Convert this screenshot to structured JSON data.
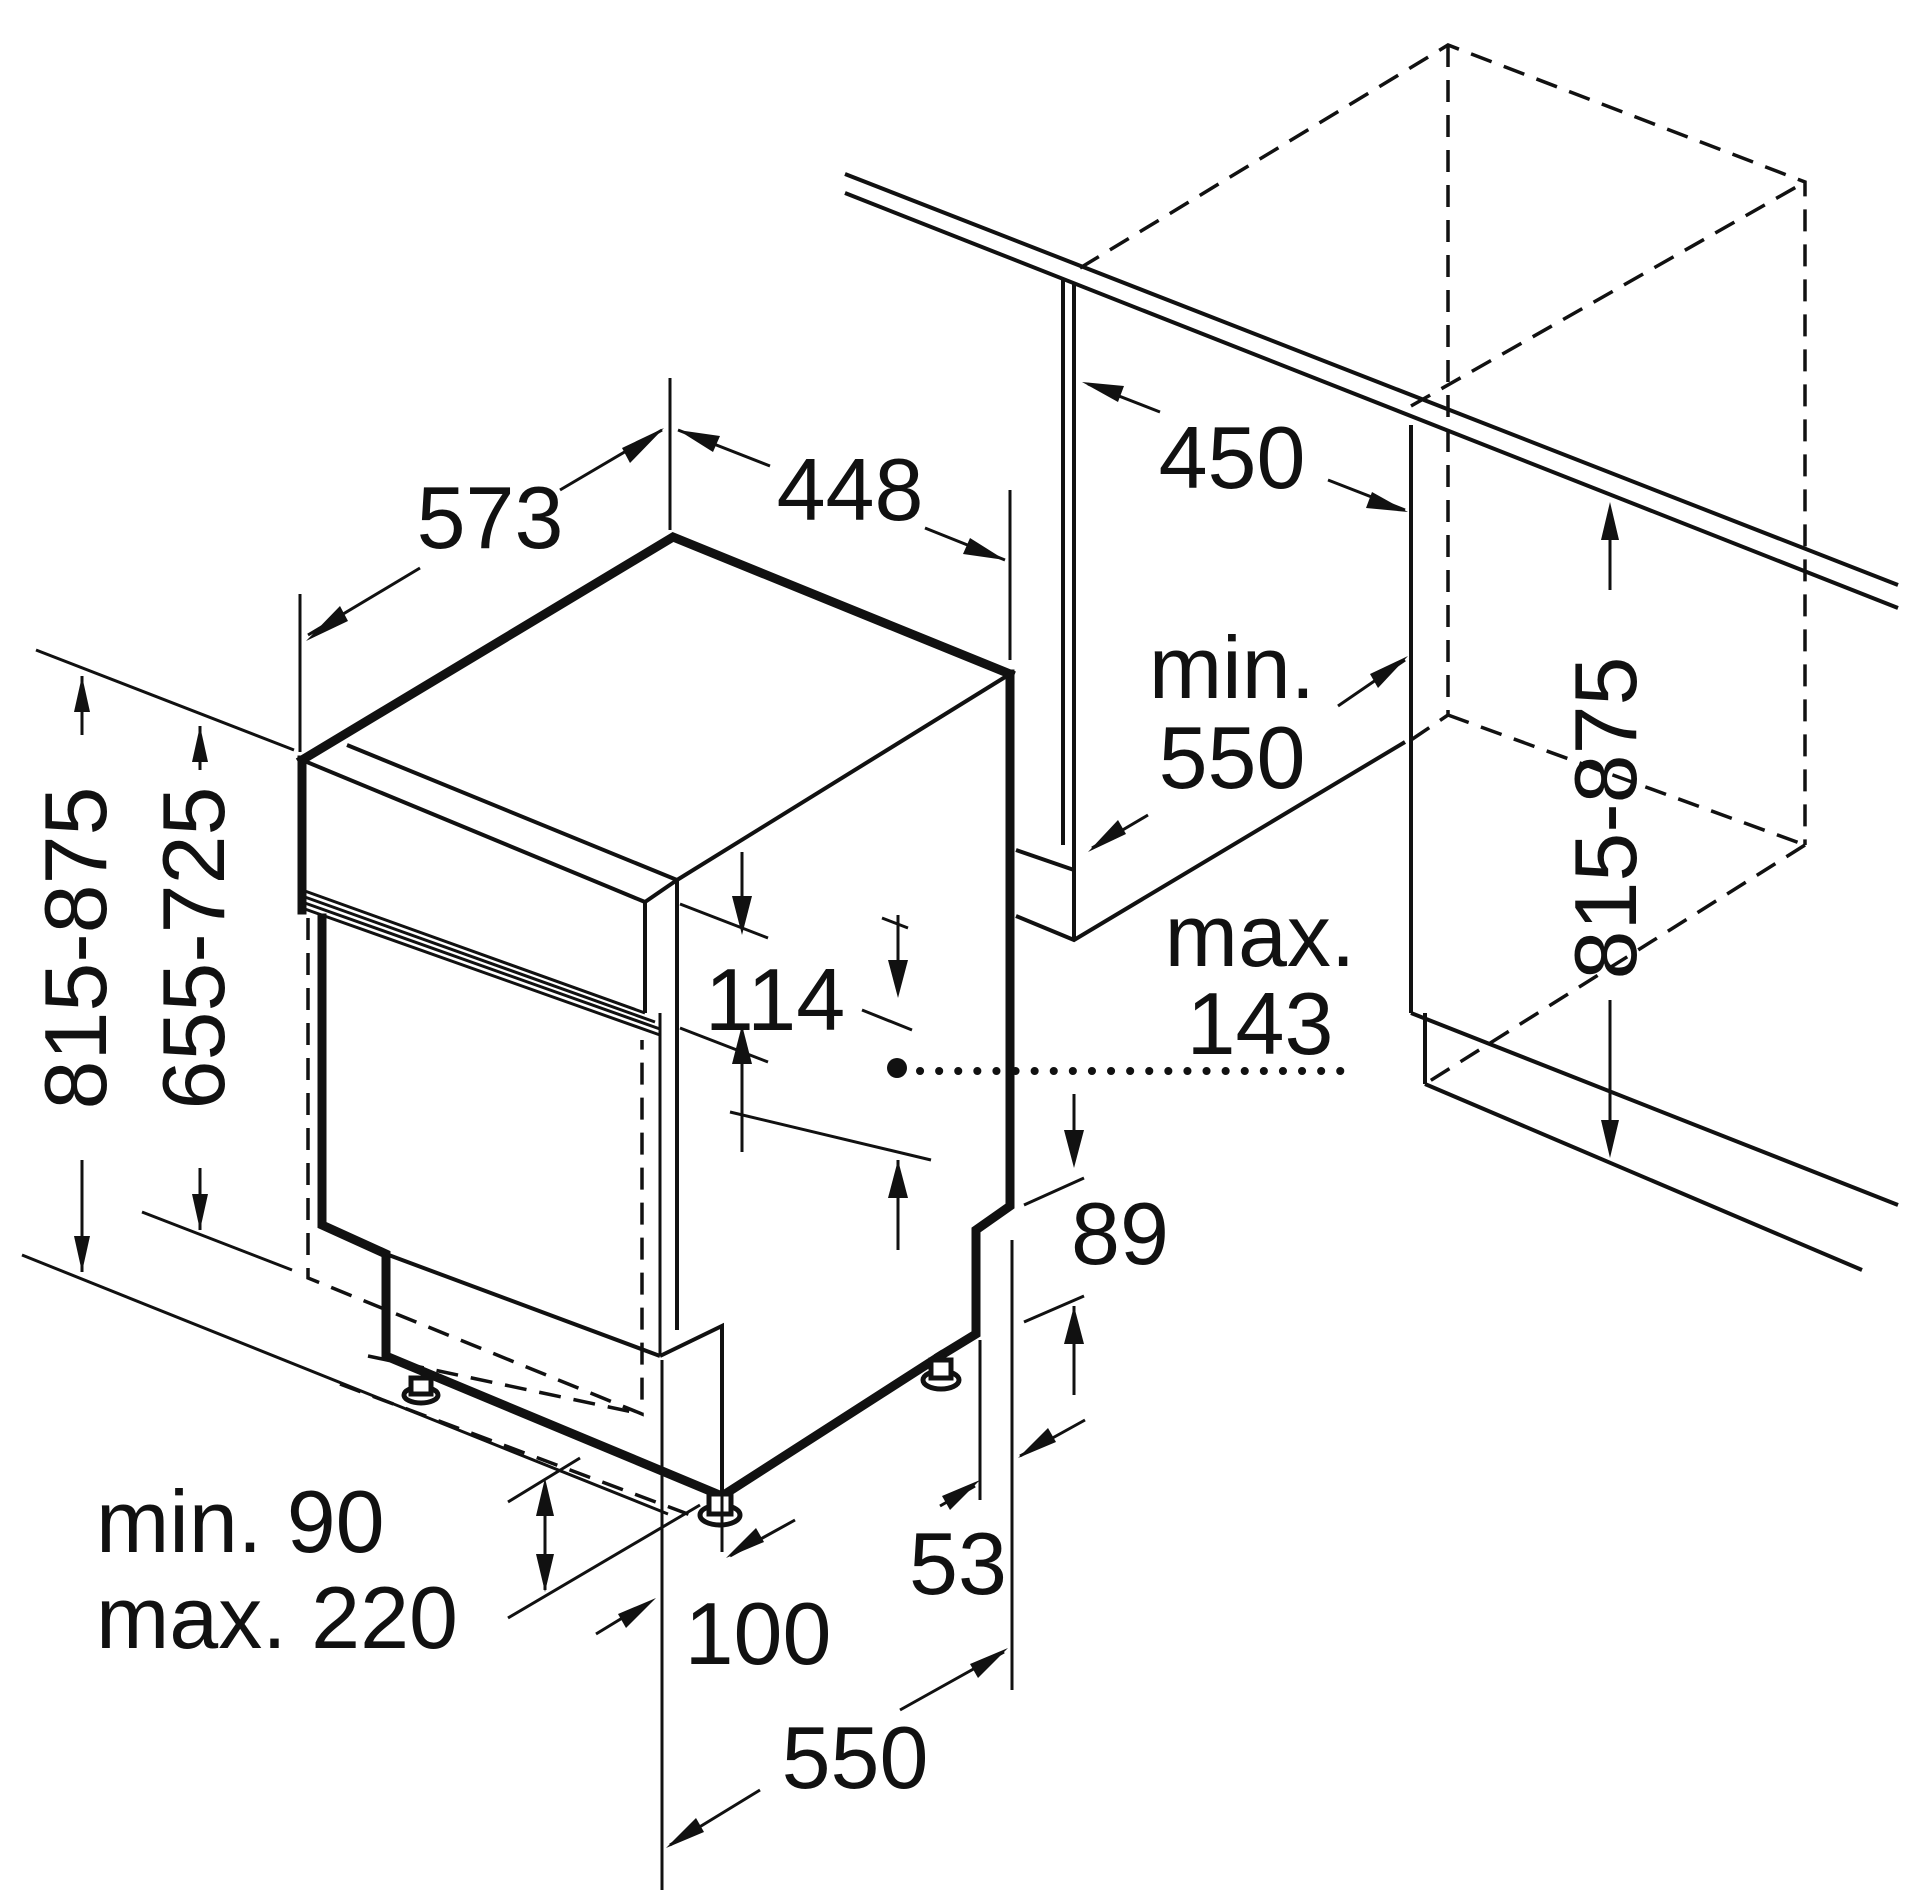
{
  "diagram": {
    "dim_depth_top": "573",
    "dim_width_top": "448",
    "dim_height_left": "815-875",
    "dim_panel_height": "655-725",
    "dim_panel_114": "114",
    "dim_niche_width": "450",
    "dim_niche_min_label": "min.",
    "dim_niche_min_value": "550",
    "dim_hose_max_label": "max.",
    "dim_hose_max_value": "143",
    "dim_niche_height": "815-875",
    "dim_plinth_89": "89",
    "dim_plinth_53": "53",
    "dim_foot_100": "100",
    "dim_depth_bottom": "550",
    "dim_plinth_min": "min. 90",
    "dim_plinth_max": "max. 220"
  }
}
